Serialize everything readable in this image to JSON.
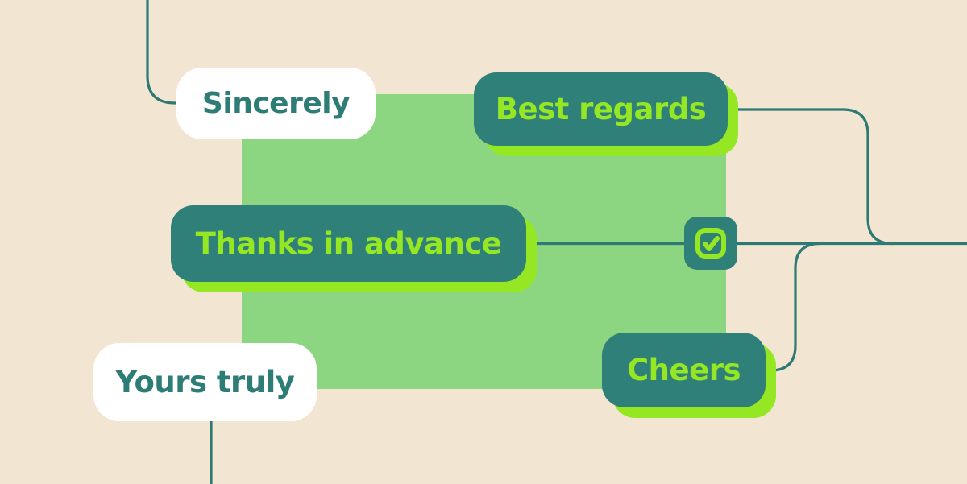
{
  "diagram": {
    "title": "email-sign-offs-mindmap",
    "nodes": {
      "sincerely": {
        "label": "Sincerely",
        "style": "white-card"
      },
      "best_regards": {
        "label": "Best regards",
        "style": "teal-card-lime-shadow"
      },
      "thanks_in_advance": {
        "label": "Thanks in advance",
        "style": "teal-card-lime-shadow"
      },
      "cheers": {
        "label": "Cheers",
        "style": "teal-card-lime-shadow"
      },
      "yours_truly": {
        "label": "Yours truly",
        "style": "white-card"
      }
    },
    "icons": {
      "checkbox": "checkbox-checked-icon"
    },
    "connectors": [
      "top-edge to sincerely-left",
      "thanks_in_advance-right through checkbox to right-edge",
      "best_regards-right curving down to mid horizontal line",
      "mid horizontal line branch curving down to cheers-right",
      "yours_truly-bottom to bottom-edge"
    ]
  },
  "palette": {
    "background_beige": "#F2E5D2",
    "panel_green": "#8CD681",
    "card_teal": "#2E8078",
    "accent_lime": "#95E723",
    "card_white": "#FFFFFF",
    "text_teal": "#2E7C76",
    "line_teal": "#2D7A74"
  }
}
